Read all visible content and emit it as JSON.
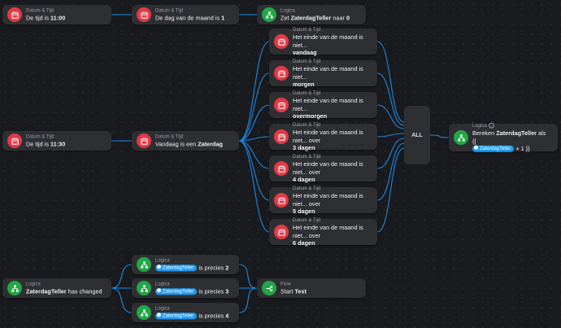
{
  "categories": {
    "datetime": "Datum & Tijd",
    "logic": "Logica",
    "flow": "Flow"
  },
  "variable": "ZaterdagTeller",
  "colors": {
    "background": "#181a1d",
    "card": "#2d2f33",
    "wire": "#1e88e5",
    "datetime_icon": "#e53945",
    "logic_icon": "#22a745",
    "pill": "#1d9bf0"
  },
  "flow1": {
    "time": {
      "icon": "calendar-icon",
      "pre": "De tijd is ",
      "val": "11:00"
    },
    "day": {
      "icon": "calendar-icon",
      "pre": "De dag van de maand is ",
      "val": "1"
    },
    "reset": {
      "icon": "logic-icon",
      "pre": "Zet ",
      "var": "ZaterdagTeller",
      "post": " naar ",
      "val": "0"
    }
  },
  "flow2": {
    "time": {
      "icon": "calendar-icon",
      "pre": "De tijd is ",
      "val": "11:30"
    },
    "saturday": {
      "icon": "calendar-icon",
      "pre": "Vandaag is een ",
      "val": "Zaterdag"
    },
    "endmonth": [
      {
        "line1": "Het einde van de maand is niet...",
        "line2": "vandaag"
      },
      {
        "line1": "Het einde van de maand is niet...",
        "line2": "morgen"
      },
      {
        "line1": "Het einde van de maand is niet...",
        "line2": "overmorgen"
      },
      {
        "line1": "Het einde van de maand is niet... over",
        "line2": "3 dagen"
      },
      {
        "line1": "Het einde van de maand is niet... over",
        "line2": "4 dagen"
      },
      {
        "line1": "Het einde van de maand is niet... over",
        "line2": "5 dagen"
      },
      {
        "line1": "Het einde van de maand is niet... over",
        "line2": "6 dagen"
      }
    ],
    "all_label": "ALL",
    "calc": {
      "icon": "logic-icon",
      "pre": "Bereken ",
      "var": "ZaterdagTeller",
      "mid": " als {{",
      "post": " + 1 }}"
    }
  },
  "flow3": {
    "trigger": {
      "icon": "logic-icon",
      "pre": "ZaterdagTeller",
      "post": " has changed"
    },
    "checks": [
      {
        "var": "ZaterdagTeller",
        "pre": " is precies ",
        "val": "2"
      },
      {
        "var": "ZaterdagTeller",
        "pre": " is precies ",
        "val": "3"
      },
      {
        "var": "ZaterdagTeller",
        "pre": " is precies ",
        "val": "4"
      }
    ],
    "start": {
      "icon": "flow-icon",
      "pre": "Start ",
      "val": "Test"
    }
  }
}
